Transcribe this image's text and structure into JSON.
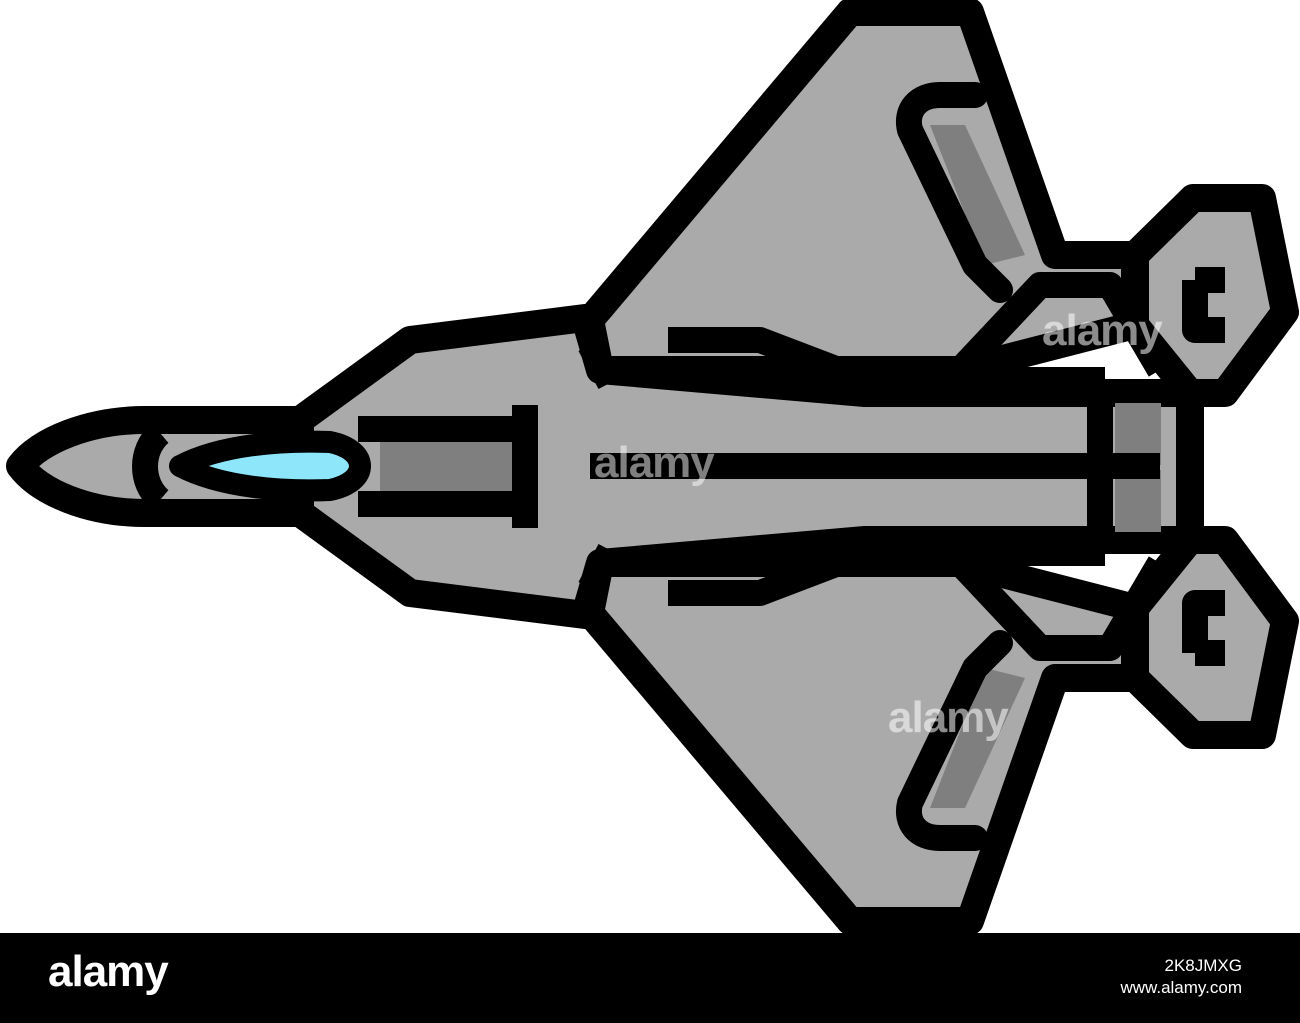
{
  "illustration": {
    "subject": "fighter-jet",
    "colors": {
      "outline": "#000000",
      "body": "#aaaaaa",
      "shade": "#7f7f7f",
      "canopy": "#8ee6fb",
      "background": "#ffffff"
    }
  },
  "watermarks": [
    "alamy",
    "alamy",
    "alamy"
  ],
  "footer": {
    "brand": "alamy",
    "image_id": "2K8JMXG",
    "url": "www.alamy.com",
    "background": "#000000"
  }
}
